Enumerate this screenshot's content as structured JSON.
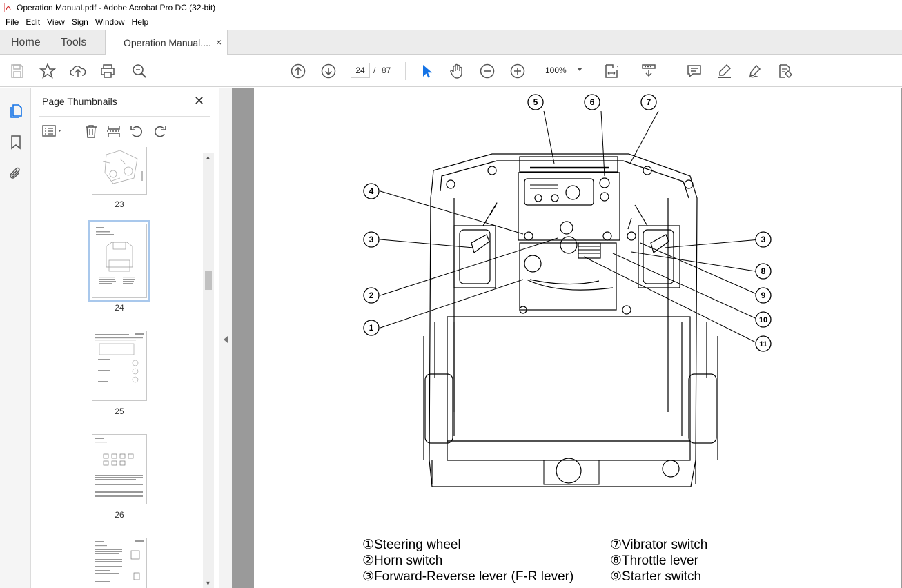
{
  "window": {
    "title": "Operation Manual.pdf - Adobe Acrobat Pro DC (32-bit)"
  },
  "menu": [
    "File",
    "Edit",
    "View",
    "Sign",
    "Window",
    "Help"
  ],
  "tabs": {
    "home": "Home",
    "tools": "Tools",
    "document": "Operation Manual....",
    "close": "×"
  },
  "toolbar": {
    "current_page": "24",
    "page_separator": "/",
    "total_pages": "87",
    "zoom": "100%",
    "icons": [
      "save-icon",
      "star-icon",
      "upload-icon",
      "print-icon",
      "search-zoom-icon",
      "page-up-icon",
      "page-down-icon",
      "select-cursor-icon",
      "hand-icon",
      "zoom-out-icon",
      "zoom-in-icon",
      "fit-page-icon",
      "scroll-mode-icon",
      "comment-icon",
      "highlight-icon",
      "sign-icon",
      "fill-sign-icon"
    ]
  },
  "panel": {
    "title": "Page Thumbnails",
    "close": "✕",
    "thumbnails": [
      {
        "label": "23",
        "selected": false
      },
      {
        "label": "24",
        "selected": true
      },
      {
        "label": "25",
        "selected": false
      },
      {
        "label": "26",
        "selected": false
      },
      {
        "label": "",
        "selected": false
      }
    ]
  },
  "diagram": {
    "callouts": [
      "1",
      "2",
      "3",
      "3",
      "4",
      "5",
      "6",
      "7",
      "8",
      "9",
      "10",
      "11"
    ]
  },
  "legend": {
    "left": [
      "①Steering wheel",
      "②Horn switch",
      "③Forward-Reverse lever (F-R lever)"
    ],
    "right": [
      "⑦Vibrator switch",
      "⑧Throttle lever",
      "⑨Starter switch"
    ]
  },
  "colors": {
    "accent_blue": "#1473e6",
    "selection": "#a9c8ec",
    "doc_bg": "#9a9a9a"
  }
}
